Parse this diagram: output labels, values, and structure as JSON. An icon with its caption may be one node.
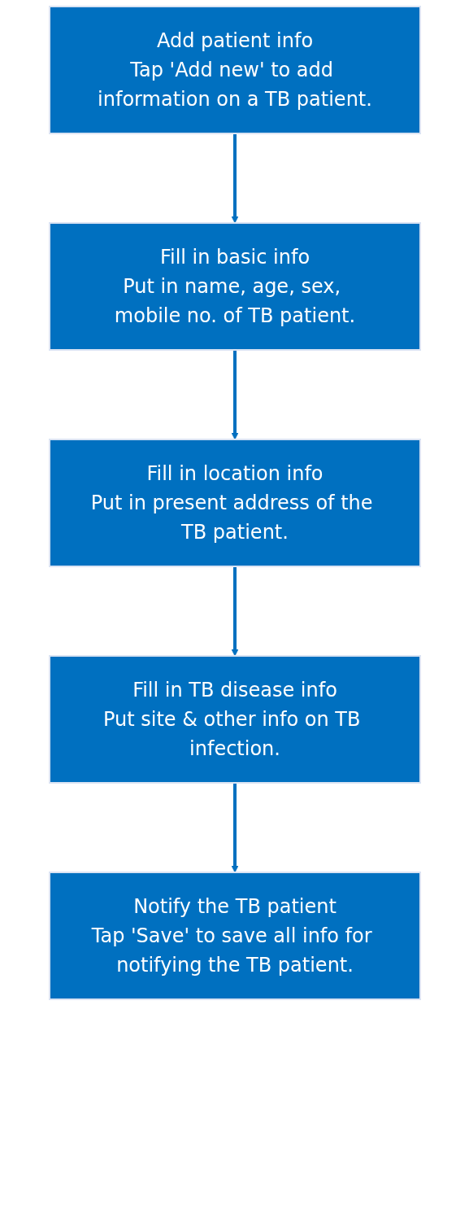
{
  "diagram": {
    "nodes": [
      {
        "text": [
          "Add patient info",
          "Tap 'Add new' to add information on a TB patient."
        ]
      },
      {
        "text": [
          "Fill in basic info",
          "Put in name, age, sex, mobile no. of TB patient."
        ]
      },
      {
        "text": [
          "Fill in location info",
          "Put in present address of the TB patient."
        ]
      },
      {
        "text": [
          "Fill in TB disease info",
          "Put site & other info on TB infection."
        ]
      },
      {
        "text": [
          "Notify the TB patient",
          "Tap 'Save' to save all info for notifying the TB patient."
        ]
      }
    ],
    "edges": [
      {
        "from": 0,
        "to": 1,
        "arrow": "to"
      },
      {
        "from": 1,
        "to": 2,
        "arrow": "to"
      },
      {
        "from": 2,
        "to": 3,
        "arrow": "to"
      },
      {
        "from": 3,
        "to": 4,
        "arrow": "to"
      }
    ]
  }
}
